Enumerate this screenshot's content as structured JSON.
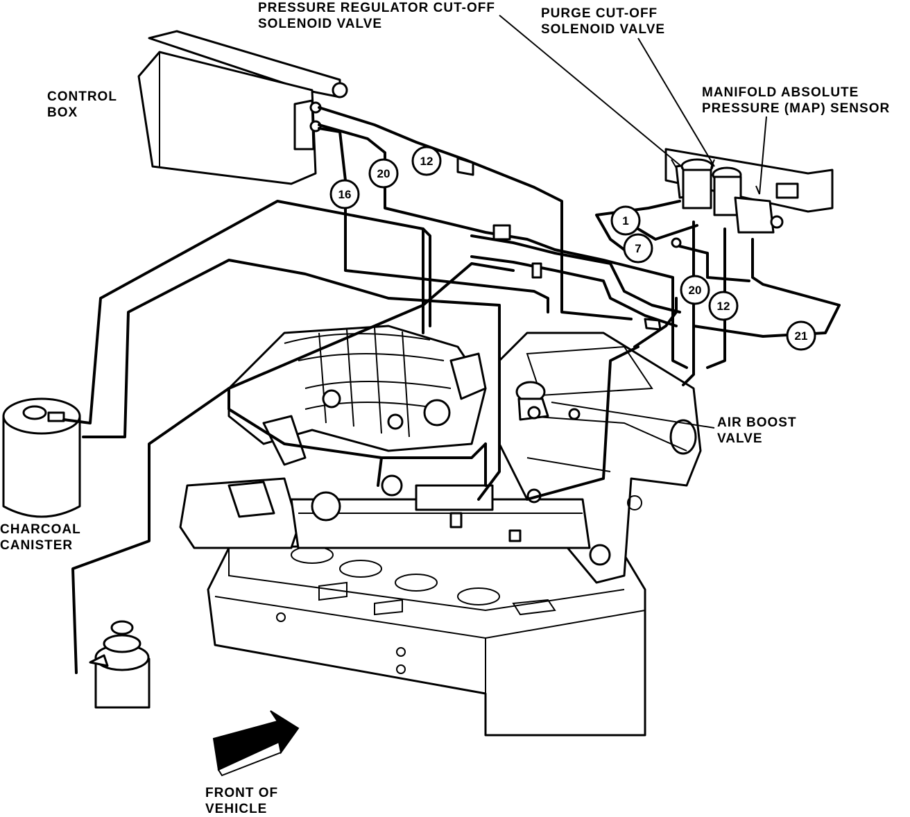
{
  "labels": {
    "pressure_regulator_line1": "PRESSURE REGULATOR CUT-OFF",
    "pressure_regulator_line2": "SOLENOID VALVE",
    "purge_cutoff_line1": "PURGE CUT-OFF",
    "purge_cutoff_line2": "SOLENOID VALVE",
    "control_box_line1": "CONTROL",
    "control_box_line2": "BOX",
    "map_sensor_line1": "MANIFOLD ABSOLUTE",
    "map_sensor_line2": "PRESSURE (MAP) SENSOR",
    "air_boost_line1": "AIR BOOST",
    "air_boost_line2": "VALVE",
    "charcoal_line1": "CHARCOAL",
    "charcoal_line2": "CANISTER",
    "front_line1": "FRONT OF",
    "front_line2": "VEHICLE"
  },
  "hose_callouts": {
    "c12_top": "12",
    "c20_top": "20",
    "c16": "16",
    "c1": "1",
    "c7": "7",
    "c20_right": "20",
    "c12_right": "12",
    "c21": "21"
  },
  "icons": [
    "front-arrow-icon"
  ]
}
